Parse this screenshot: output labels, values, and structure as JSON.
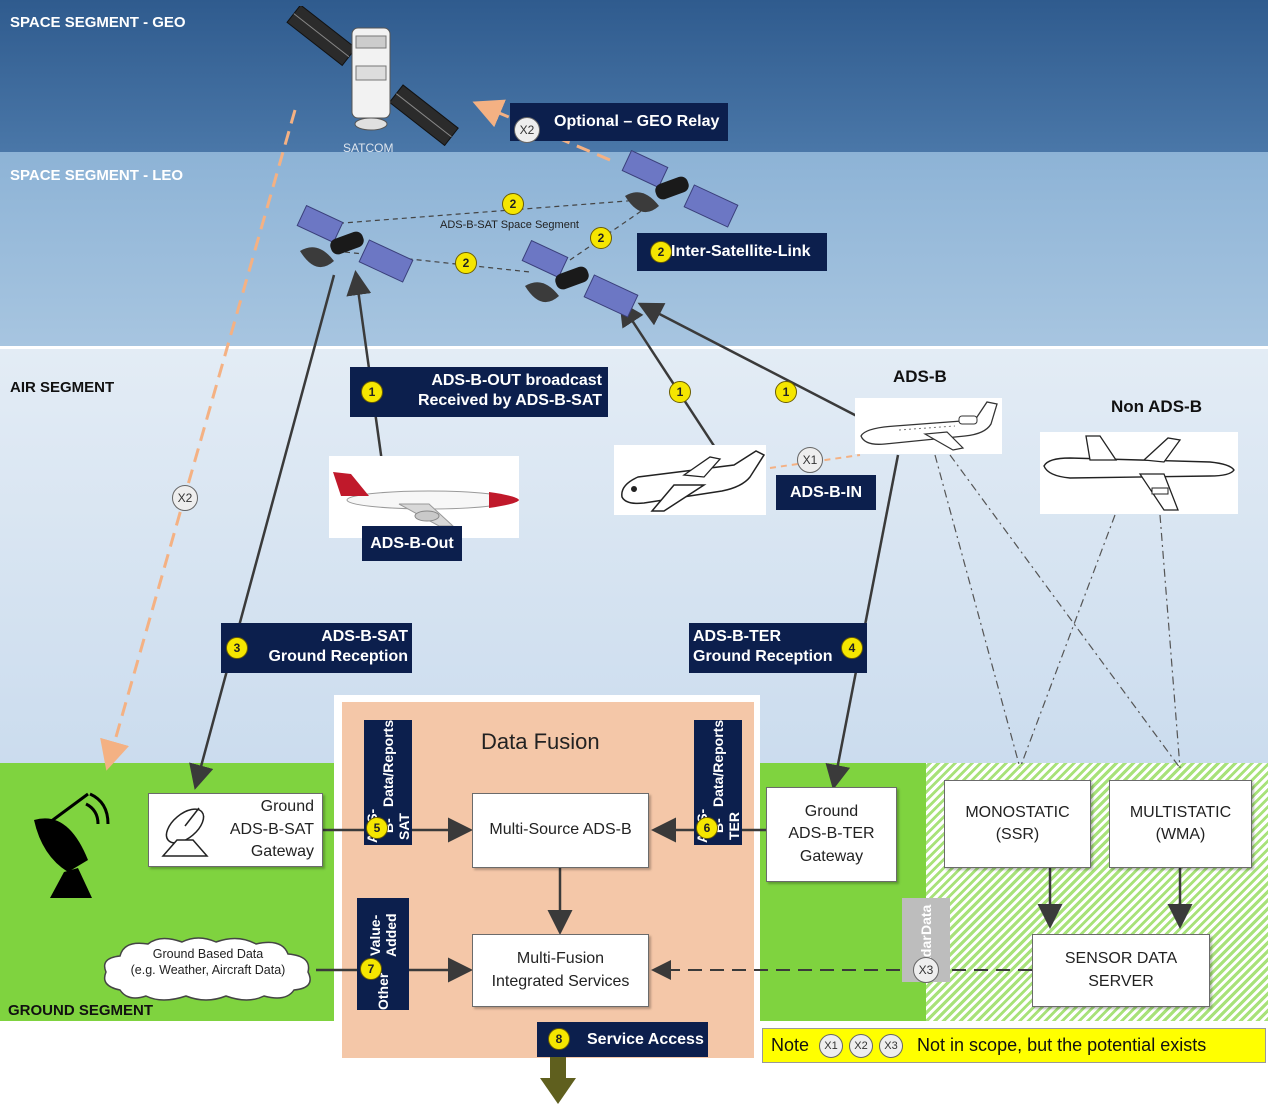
{
  "segments": {
    "geo": "SPACE SEGMENT - GEO",
    "leo": "SPACE SEGMENT - LEO",
    "air": "AIR SEGMENT",
    "ground": "GROUND SEGMENT"
  },
  "space": {
    "satcom_label": "SATCOM",
    "geo_relay": "Optional – GEO Relay",
    "space_segment_label": "ADS-B-SAT Space Segment",
    "isl": "Inter-Satellite-Link"
  },
  "air": {
    "broadcast_line1": "ADS-B-OUT broadcast",
    "broadcast_line2": "Received by ADS-B-SAT",
    "adsb_out": "ADS-B-Out",
    "adsb_in": "ADS-B-IN",
    "adsb": "ADS-B",
    "non_adsb": "Non ADS-B",
    "sat_reception_line1": "ADS-B-SAT",
    "sat_reception_line2": "Ground Reception",
    "ter_reception_line1": "ADS-B-TER",
    "ter_reception_line2": "Ground Reception"
  },
  "badges": {
    "one": "1",
    "two": "2",
    "three": "3",
    "four": "4",
    "five": "5",
    "six": "6",
    "seven": "7",
    "eight": "8",
    "x1": "X1",
    "x2": "X2",
    "x3": "X3"
  },
  "ground": {
    "sat_gateway_line1": "Ground",
    "sat_gateway_line2": "ADS-B-SAT",
    "sat_gateway_line3": "Gateway",
    "ter_gateway_line1": "Ground",
    "ter_gateway_line2": "ADS-B-TER",
    "ter_gateway_line3": "Gateway",
    "cloud_line1": "Ground Based Data",
    "cloud_line2": "(e.g. Weather, Aircraft Data)",
    "monostatic_line1": "MONOSTATIC",
    "monostatic_line2": "(SSR)",
    "multistatic_line1": "MULTISTATIC",
    "multistatic_line2": "(WMA)",
    "sensor_line1": "SENSOR DATA",
    "sensor_line2": "SERVER",
    "radar_line1": "Radar",
    "radar_line2": "Data"
  },
  "fusion": {
    "title": "Data Fusion",
    "sat_data_line1": "ADS-B-SAT",
    "sat_data_line2": "Data/Reports",
    "ter_data_line1": "ADS-B-TER",
    "ter_data_line2": "Data/Reports",
    "other_line1": "Other",
    "other_line2": "Value-Added",
    "multi_source": "Multi-Source ADS-B",
    "multi_fusion_line1": "Multi-Fusion",
    "multi_fusion_line2": "Integrated Services",
    "service_access": "Service Access"
  },
  "note": {
    "prefix": "Note",
    "suffix": "Not in scope, but the potential exists"
  },
  "colors": {
    "geo_band": "#3a6494",
    "leo_band": "#9bbedc",
    "air_band": "#d6e4f1",
    "ground_green": "#7fd33f",
    "fusion": "#f4c7a8",
    "navy": "#0c1f4d",
    "badge": "#f5e600",
    "note_bg": "#ffff00"
  }
}
